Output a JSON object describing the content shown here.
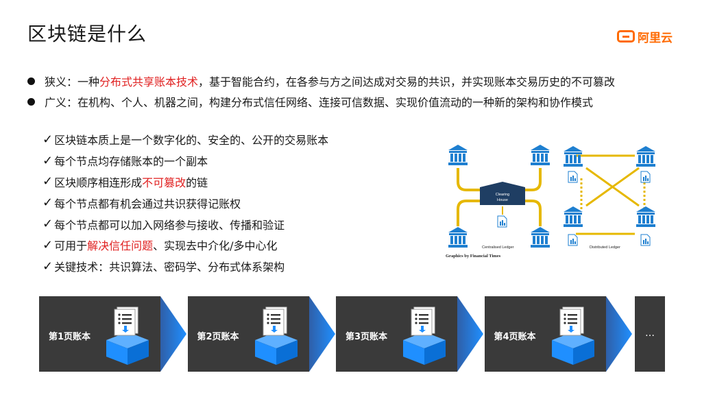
{
  "slide": {
    "title": "区块链是什么",
    "logo_text": "阿里云"
  },
  "definitions": [
    {
      "prefix": "狭义：一种",
      "highlight": "分布式共享账本技术",
      "suffix": "，基于智能合约，在各参与方之间达成对交易的共识，并实现账本交易历史的不可篡改"
    },
    {
      "prefix": "广义：在机构、个人、机器之间，构建分布式信任网络、连接可信数据、实现价值流动的一种新的架构和协作模式",
      "highlight": "",
      "suffix": ""
    }
  ],
  "features": [
    {
      "before": "区块链本质上是一个数字化的、安全的、公开的交易账本",
      "highlight": "",
      "after": ""
    },
    {
      "before": "每个节点均存储账本的一个副本",
      "highlight": "",
      "after": ""
    },
    {
      "before": "区块顺序相连形成",
      "highlight": "不可篡改",
      "after": "的链"
    },
    {
      "before": "每个节点都有机会通过共识获得记账权",
      "highlight": "",
      "after": ""
    },
    {
      "before": "每个节点都可以加入网络参与接收、传播和验证",
      "highlight": "",
      "after": ""
    },
    {
      "before": "可用于",
      "highlight": "解决信任问题",
      "after": "、实现去中介化/多中心化"
    },
    {
      "before": "关键技术：共识算法、密码学、分布式体系架构",
      "highlight": "",
      "after": ""
    }
  ],
  "check_symbol": "✓",
  "diagram": {
    "clearing_house_line1": "Clearing",
    "clearing_house_line2": "House",
    "centralised_label": "Centralised Ledger",
    "distributed_label": "Distributed Ledger",
    "credit": "Graphics by Financial Times",
    "colors": {
      "bank": "#1e7fd0",
      "link": "#e6b800",
      "house": "#1f3e63"
    }
  },
  "ledger_blocks": [
    {
      "label": "第1页账本"
    },
    {
      "label": "第2页账本"
    },
    {
      "label": "第3页账本"
    },
    {
      "label": "第4页账本"
    }
  ],
  "ellipsis": "…",
  "colors": {
    "accent_red": "#e02020",
    "brand_orange": "#ff6a00",
    "block_bg": "#3a3a3a",
    "cube_blue": "#1f8fff"
  }
}
